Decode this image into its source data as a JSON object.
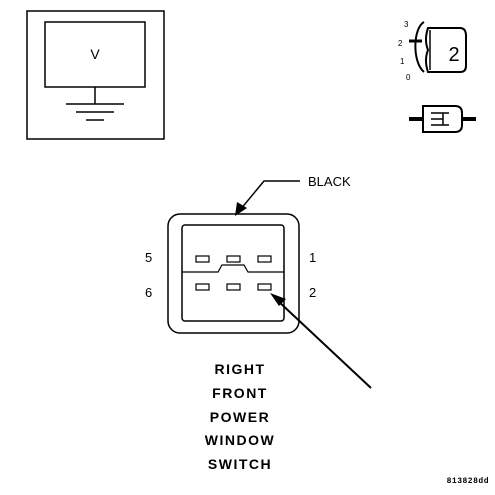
{
  "meter": {
    "symbol": "V"
  },
  "ignition": {
    "positions": [
      "3",
      "2",
      "1",
      "0"
    ],
    "key_number": "2"
  },
  "connector": {
    "color_label": "BLACK",
    "pins_left": [
      "5",
      "6"
    ],
    "pins_right": [
      "1",
      "2"
    ]
  },
  "title_lines": [
    "RIGHT",
    "FRONT",
    "POWER",
    "WINDOW",
    "SWITCH"
  ],
  "figure_code": "813828dd"
}
